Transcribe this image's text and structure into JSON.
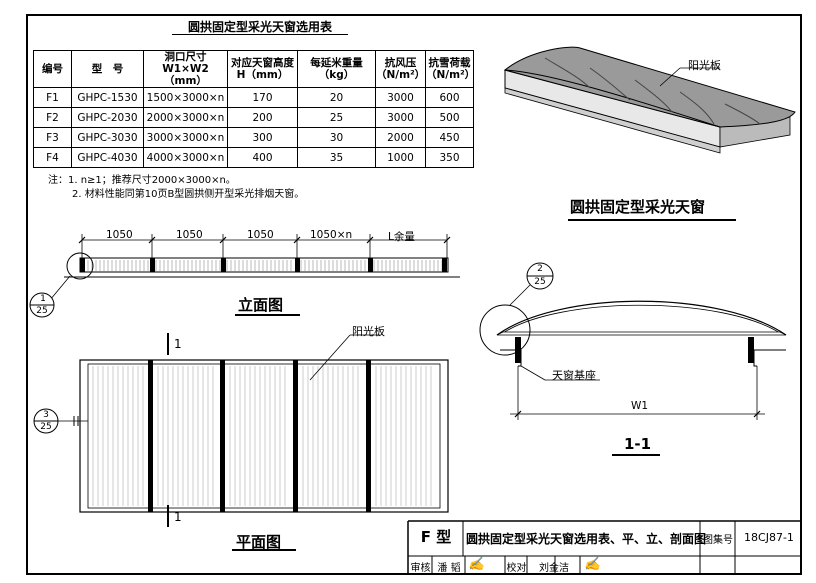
{
  "table": {
    "title": "圆拱固定型采光天窗选用表",
    "headers": [
      [
        "编号"
      ],
      [
        "型　号"
      ],
      [
        "洞口尺寸",
        "W1×W2（mm）"
      ],
      [
        "对应天窗高度",
        "H（mm）"
      ],
      [
        "每延米重量",
        "（kg）"
      ],
      [
        "抗风压",
        "（N/m²）"
      ],
      [
        "抗雪荷载",
        "（N/m²）"
      ]
    ],
    "rows": [
      [
        "F1",
        "GHPC-1530",
        "1500×3000×n",
        "170",
        "20",
        "3000",
        "600"
      ],
      [
        "F2",
        "GHPC-2030",
        "2000×3000×n",
        "200",
        "25",
        "3000",
        "500"
      ],
      [
        "F3",
        "GHPC-3030",
        "3000×3000×n",
        "300",
        "30",
        "2000",
        "450"
      ],
      [
        "F4",
        "GHPC-4030",
        "4000×3000×n",
        "400",
        "35",
        "1000",
        "350"
      ]
    ]
  },
  "notes": {
    "line1": "注：1. n≥1；推荐尺寸2000×3000×n。",
    "line2": "2. 材料性能同第10页B型圆拱侧开型采光排烟天窗。"
  },
  "perspective": {
    "callout": "阳光板",
    "caption": "圆拱固定型采光天窗"
  },
  "elevation": {
    "dims": [
      "1050",
      "1050",
      "1050",
      "1050×n",
      "L余量"
    ],
    "caption": "立面图",
    "detail_top": "1",
    "detail_bottom": "25"
  },
  "plan": {
    "callout": "阳光板",
    "caption": "平面图",
    "section_mark_top": "1",
    "section_mark_bottom": "1",
    "detail_top": "3",
    "detail_bottom": "25"
  },
  "section": {
    "detail_top": "2",
    "detail_bottom": "25",
    "base_label": "天窗基座",
    "dim": "W1",
    "caption": "1-1"
  },
  "title_block": {
    "type": "F 型",
    "title": "圆拱固定型采光天窗选用表、平、立、剖面图",
    "atlas_label": "图集号",
    "atlas_no": "18CJ87-1",
    "review_label": "审核",
    "reviewer": "潘 韬",
    "check_label": "校对",
    "checker": "刘金洁"
  }
}
